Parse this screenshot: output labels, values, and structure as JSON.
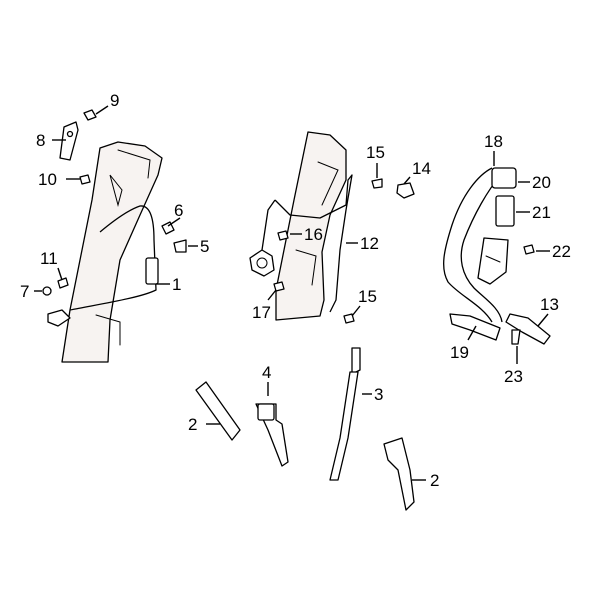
{
  "diagram": {
    "callouts": [
      {
        "id": "c9a",
        "text": "9"
      },
      {
        "id": "c8",
        "text": "8"
      },
      {
        "id": "c10",
        "text": "10"
      },
      {
        "id": "c6",
        "text": "6"
      },
      {
        "id": "c5",
        "text": "5"
      },
      {
        "id": "c11",
        "text": "11"
      },
      {
        "id": "c7",
        "text": "7"
      },
      {
        "id": "c1",
        "text": "1"
      },
      {
        "id": "c15a",
        "text": "15"
      },
      {
        "id": "c14",
        "text": "14"
      },
      {
        "id": "c16",
        "text": "16"
      },
      {
        "id": "c12",
        "text": "12"
      },
      {
        "id": "c17",
        "text": "17"
      },
      {
        "id": "c15b",
        "text": "15"
      },
      {
        "id": "c18",
        "text": "18"
      },
      {
        "id": "c20",
        "text": "20"
      },
      {
        "id": "c21",
        "text": "21"
      },
      {
        "id": "c22",
        "text": "22"
      },
      {
        "id": "c13",
        "text": "13"
      },
      {
        "id": "c19",
        "text": "19"
      },
      {
        "id": "c23",
        "text": "23"
      },
      {
        "id": "c4",
        "text": "4"
      },
      {
        "id": "c3",
        "text": "3"
      },
      {
        "id": "c2a",
        "text": "2"
      },
      {
        "id": "c2b",
        "text": "2"
      }
    ]
  }
}
